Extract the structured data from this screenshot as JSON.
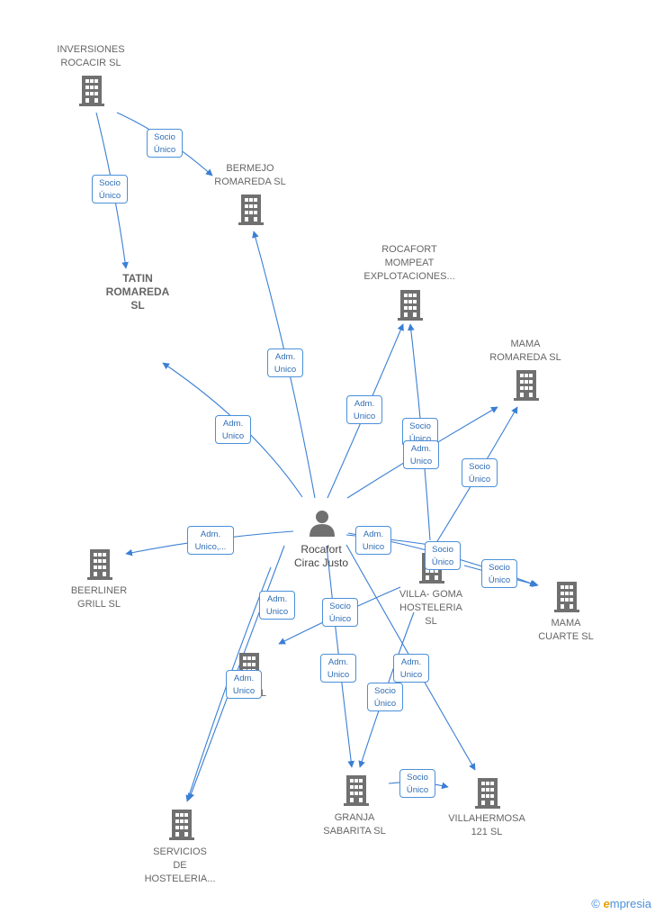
{
  "colors": {
    "edge": "#3a7fd5",
    "building": "#707070",
    "focus": "#f05a22",
    "person": "#707070"
  },
  "nodes": [
    {
      "id": "inversiones",
      "label": "INVERSIONES\nROCACIR  SL",
      "icon": "building-icon"
    },
    {
      "id": "bermejo",
      "label": "BERMEJO\nROMAREDA  SL",
      "icon": "building-icon"
    },
    {
      "id": "tatin",
      "label": "TATIN\nROMAREDA\nSL",
      "icon": "building-icon",
      "focus": true
    },
    {
      "id": "rocafort_mompeat",
      "label": "ROCAFORT\nMOMPEAT\nEXPLOTACIONES...",
      "icon": "building-icon"
    },
    {
      "id": "mama_romareda",
      "label": "MAMA\nROMAREDA  SL",
      "icon": "building-icon"
    },
    {
      "id": "beerliner",
      "label": "BEERLINER\nGRILL SL",
      "icon": "building-icon"
    },
    {
      "id": "villa_goma",
      "label": "VILLA- GOMA\nHOSTELERIA\nSL",
      "icon": "building-icon"
    },
    {
      "id": "mama_cuarte",
      "label": "MAMA\nCUARTE  SL",
      "icon": "building-icon"
    },
    {
      "id": "ma_sl",
      "label": "MA          O  SL",
      "icon": "building-icon"
    },
    {
      "id": "granja",
      "label": "GRANJA\nSABARITA  SL",
      "icon": "building-icon"
    },
    {
      "id": "villahermosa",
      "label": "VILLAHERMOSA\n121  SL",
      "icon": "building-icon"
    },
    {
      "id": "servicios",
      "label": "SERVICIOS\nDE\nHOSTELERIA...",
      "icon": "building-icon"
    }
  ],
  "person": {
    "label": "Rocafort\nCirac Justo",
    "icon": "person-icon"
  },
  "edge_labels": [
    "Socio\nÚnico",
    "Socio\nÚnico",
    "Adm.\nUnico",
    "Adm.\nUnico",
    "Adm.\nUnico",
    "Socio\nÚnico",
    "Socio\nÚnico",
    "Adm.\nUnico,...",
    "Adm.\nUnico",
    "Adm.\nUnico",
    "Socio\nÚnico",
    "Adm.\nUnico",
    "Socio\nÚnico",
    "Adm.\nUnico",
    "Adm.\nUnico",
    "Adm.\nUnico",
    "Socio\nÚnico",
    "Socio\nÚnico",
    "Socio\nÚnico"
  ],
  "footer": {
    "copyright": "©",
    "brand_initial": "e",
    "brand_rest": "mpresia"
  }
}
